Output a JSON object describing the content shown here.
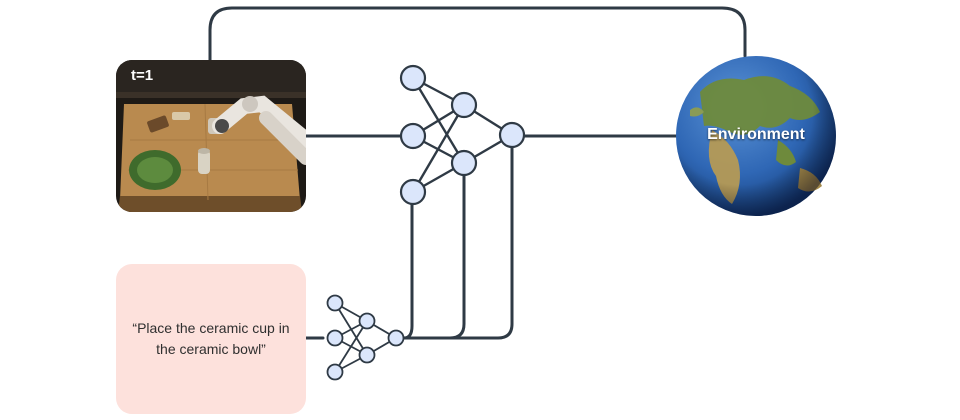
{
  "observation": {
    "timestep_label": "t=1"
  },
  "instruction": {
    "text": "“Place the ceramic cup in the ceramic bowl”"
  },
  "environment": {
    "label": "Environment"
  },
  "colors": {
    "wire": "#2f3a45",
    "node_fill": "#dbe6fb",
    "instruction_bg": "#fde1dc",
    "ocean": "#2f67b5",
    "land": "#6e8a3c"
  }
}
